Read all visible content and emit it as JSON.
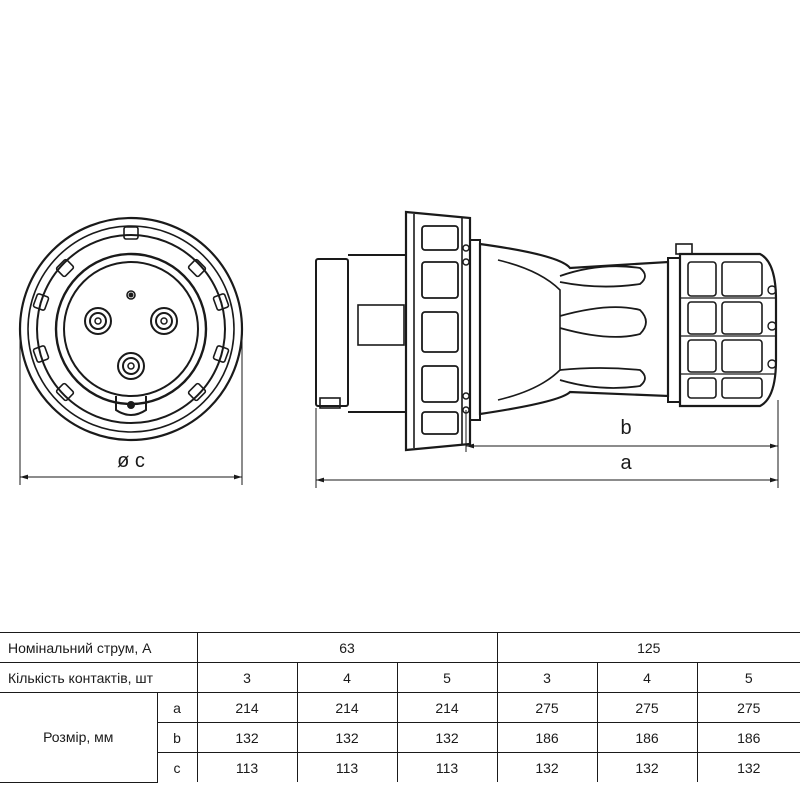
{
  "dimension_labels": {
    "diameter": "ø c",
    "b": "b",
    "a": "a"
  },
  "colors": {
    "line": "#1a1a1a",
    "background": "#ffffff"
  },
  "table": {
    "rows": {
      "current_label": "Номінальний струм, А",
      "contacts_label": "Кількість контактів, шт",
      "size_label": "Розмір, мм"
    },
    "current_groups": [
      "63",
      "125"
    ],
    "contacts": [
      "3",
      "4",
      "5",
      "3",
      "4",
      "5"
    ],
    "dimensions": [
      {
        "key": "a",
        "values": [
          "214",
          "214",
          "214",
          "275",
          "275",
          "275"
        ]
      },
      {
        "key": "b",
        "values": [
          "132",
          "132",
          "132",
          "186",
          "186",
          "186"
        ]
      },
      {
        "key": "c",
        "values": [
          "113",
          "113",
          "113",
          "132",
          "132",
          "132"
        ]
      }
    ]
  }
}
